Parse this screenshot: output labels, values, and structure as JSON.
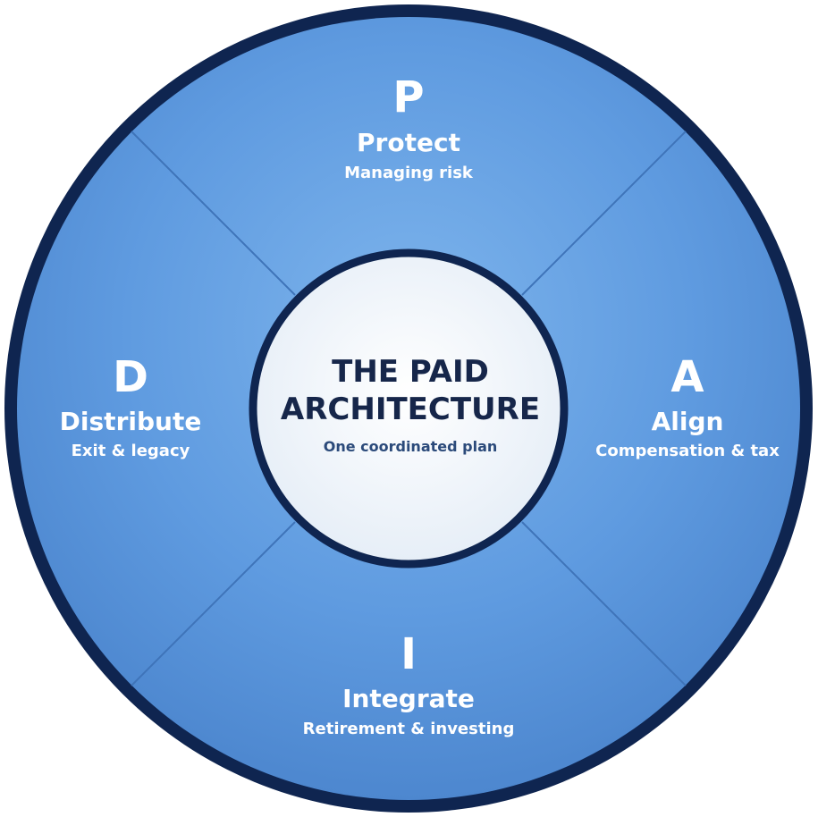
{
  "center": {
    "title_line1": "THE PAID",
    "title_line2": "ARCHITECTURE",
    "subtitle": "One coordinated plan"
  },
  "segments": {
    "protect": {
      "letter": "P",
      "title": "Protect",
      "subtitle": "Managing risk"
    },
    "align": {
      "letter": "A",
      "title": "Align",
      "subtitle": "Compensation & tax"
    },
    "integrate": {
      "letter": "I",
      "title": "Integrate",
      "subtitle": "Retirement & investing"
    },
    "distribute": {
      "letter": "D",
      "title": "Distribute",
      "subtitle": "Exit & legacy"
    }
  },
  "colors": {
    "outer_ring": "#0f2550",
    "segment_fill": "#5a96db",
    "segment_highlight": "#74aeea",
    "divider": "#3d73b8",
    "center_fill": "#f4f8fc",
    "center_border": "#0f2550",
    "text_dark": "#16264a"
  }
}
